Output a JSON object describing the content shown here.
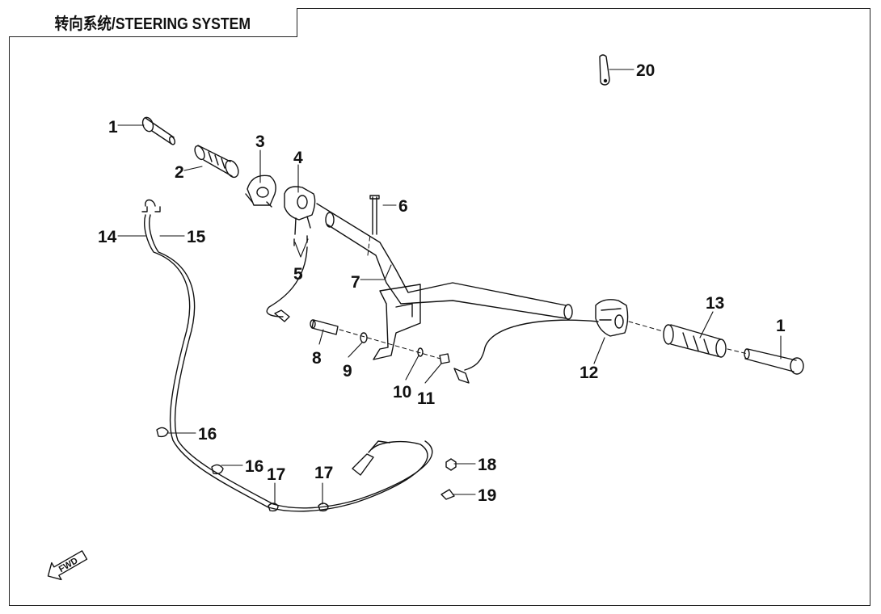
{
  "title": "转向系统/STEERING SYSTEM",
  "fwd_label": "FWD",
  "callouts": [
    "1",
    "2",
    "3",
    "4",
    "5",
    "6",
    "7",
    "8",
    "9",
    "10",
    "11",
    "12",
    "13",
    "1",
    "14",
    "15",
    "16",
    "16",
    "17",
    "17",
    "18",
    "19",
    "20"
  ]
}
